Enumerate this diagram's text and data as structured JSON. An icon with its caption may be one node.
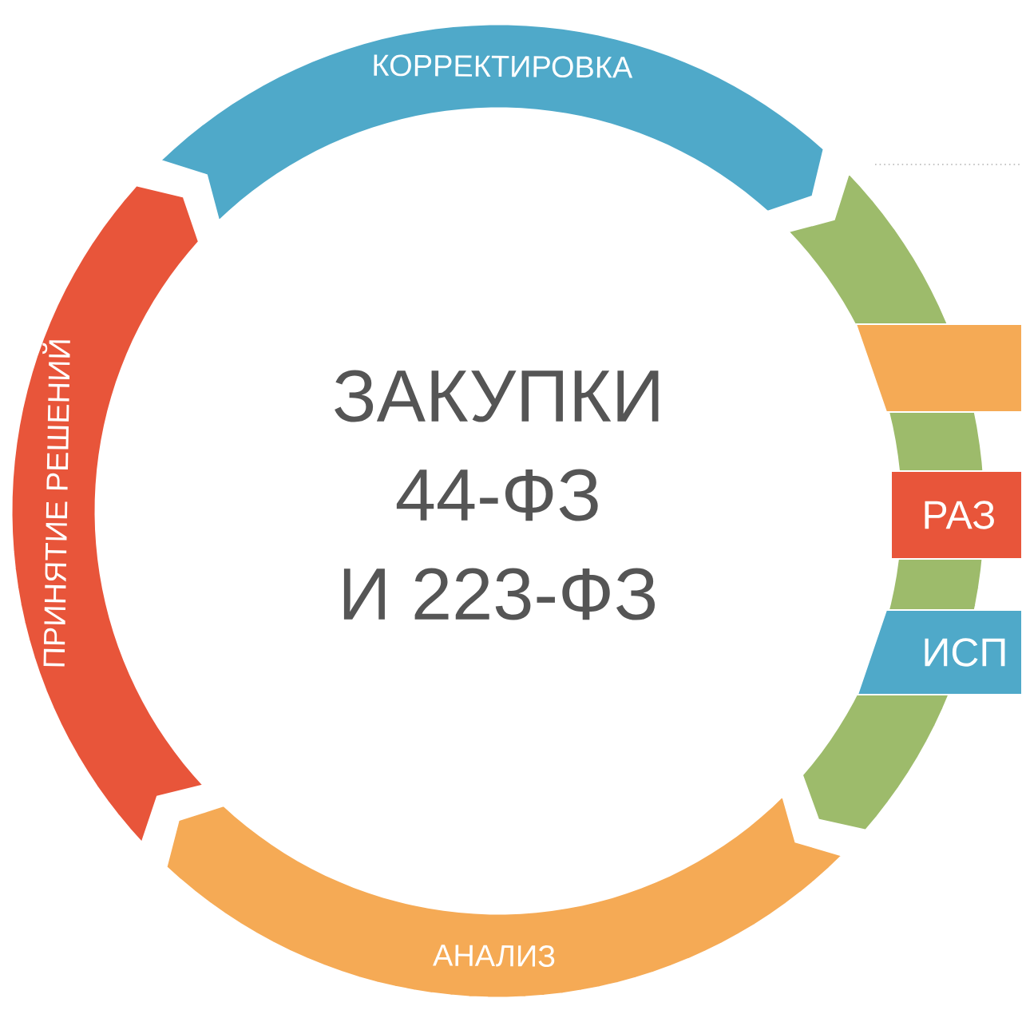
{
  "diagram": {
    "nodes": [
      {
        "text": [
          "КОРРЕКТИРОВКА"
        ]
      },
      {
        "text": [],
        "shape": "arc"
      },
      {
        "text": [
          "АНАЛИЗ"
        ]
      },
      {
        "text": [
          "ПРИНЯТИЕ РЕШЕНИЙ"
        ]
      },
      {
        "text": [],
        "shape": "band"
      },
      {
        "text": [
          "РАЗ"
        ]
      },
      {
        "text": [
          "ИСП"
        ]
      }
    ],
    "labels": [
      "ЗАКУПКИ",
      "44-ФЗ",
      "И 223-ФЗ"
    ]
  }
}
